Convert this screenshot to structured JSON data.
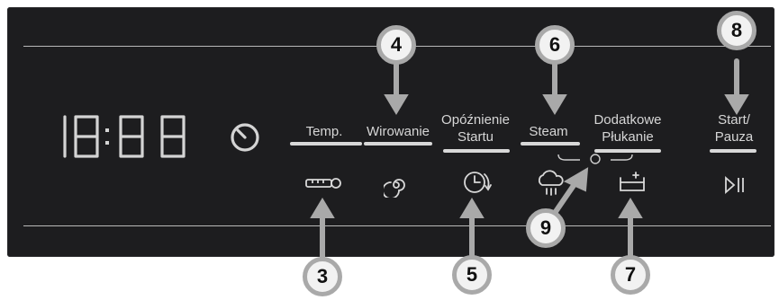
{
  "display": {
    "digits": "18:88"
  },
  "buttons": {
    "temp": {
      "label": "Temp.",
      "icon": "thermometer-icon"
    },
    "spin": {
      "label": "Wirowanie",
      "icon": "spiral-icon"
    },
    "delay": {
      "label_line1": "Opóźnienie",
      "label_line2": "Startu",
      "icon": "clock-delay-icon"
    },
    "steam": {
      "label": "Steam",
      "icon": "steam-cloud-icon"
    },
    "rinse": {
      "label_line1": "Dodatkowe",
      "label_line2": "Płukanie",
      "icon": "tub-plus-icon"
    },
    "start": {
      "label_line1": "Start/",
      "label_line2": "Pauza",
      "icon": "play-pause-icon"
    }
  },
  "callouts": {
    "c3": "3",
    "c4": "4",
    "c5": "5",
    "c6": "6",
    "c7": "7",
    "c8": "8",
    "c9": "9"
  },
  "colors": {
    "panel": "#1d1d1f",
    "text": "#d6d6d6",
    "callout_ring": "#a9a9a9"
  }
}
